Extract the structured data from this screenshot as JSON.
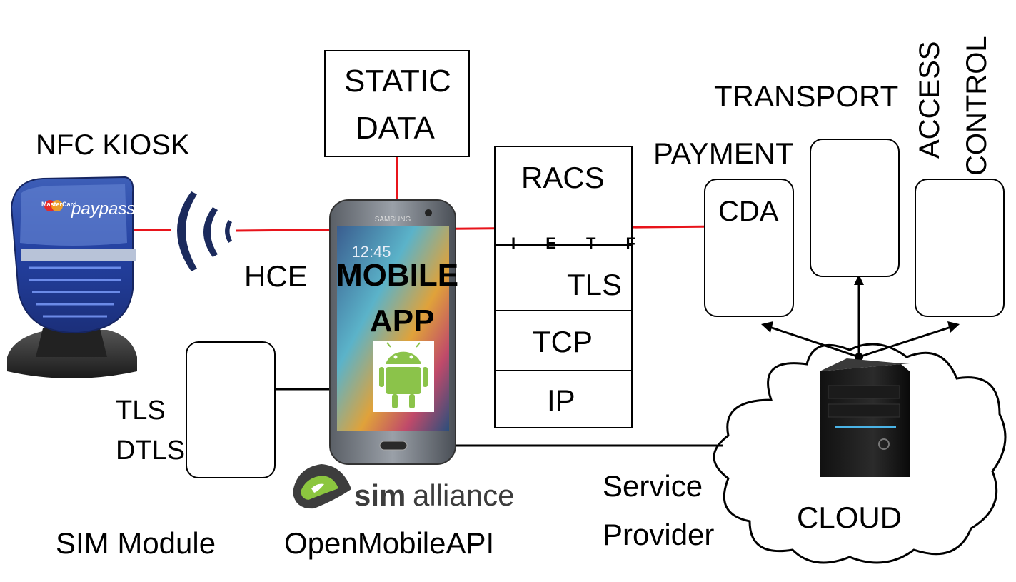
{
  "labels": {
    "nfc_kiosk": "NFC KIOSK",
    "static_data_line1": "STATIC",
    "static_data_line2": "DATA",
    "hce": "HCE",
    "mobile_app_line1": "MOBILE",
    "mobile_app_line2": "APP",
    "payment": "PAYMENT",
    "transport": "TRANSPORT",
    "access": "ACCESS",
    "control": "CONTROL",
    "cda": "CDA",
    "tls": "TLS",
    "dtls": "DTLS",
    "sim_module": "SIM Module",
    "open_mobile_api": "OpenMobileAPI",
    "service": "Service",
    "provider": "Provider",
    "cloud": "CLOUD"
  },
  "stack": {
    "racs": "RACS",
    "ietf": "I E T F",
    "tls": "TLS",
    "tcp": "TCP",
    "ip": "IP"
  },
  "kiosk": {
    "brand": "paypass",
    "card_brand": "MasterCard"
  },
  "phone": {
    "maker": "SAMSUNG",
    "clock": "12:45"
  },
  "logo": {
    "sim": "sim",
    "alliance": "alliance"
  },
  "colors": {
    "link_red": "#e8141b",
    "chip_gold": "#ffc000",
    "chip_outline": "#2a2a2a"
  },
  "icons": [
    "nfc-wave-icon",
    "sim-chip-icon",
    "padlock-icon",
    "android-icon",
    "server-icon",
    "cloud-icon",
    "simalliance-logo"
  ]
}
